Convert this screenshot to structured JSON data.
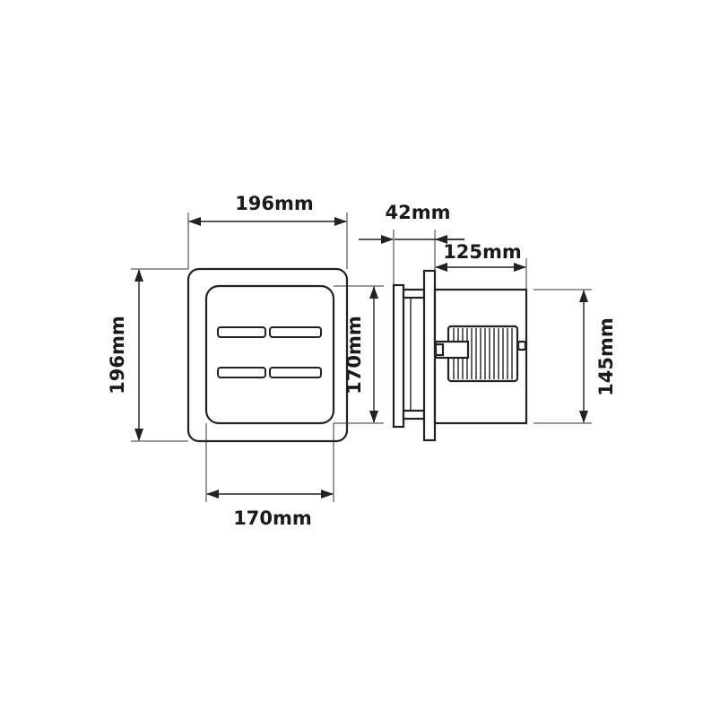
{
  "dimensions": {
    "front_width": "196mm",
    "front_height": "196mm",
    "inner_width": "170mm",
    "inner_height": "170mm",
    "flange_depth": "42mm",
    "body_depth": "125mm",
    "body_height": "145mm"
  },
  "colors": {
    "line": "#222222",
    "background": "#ffffff"
  }
}
